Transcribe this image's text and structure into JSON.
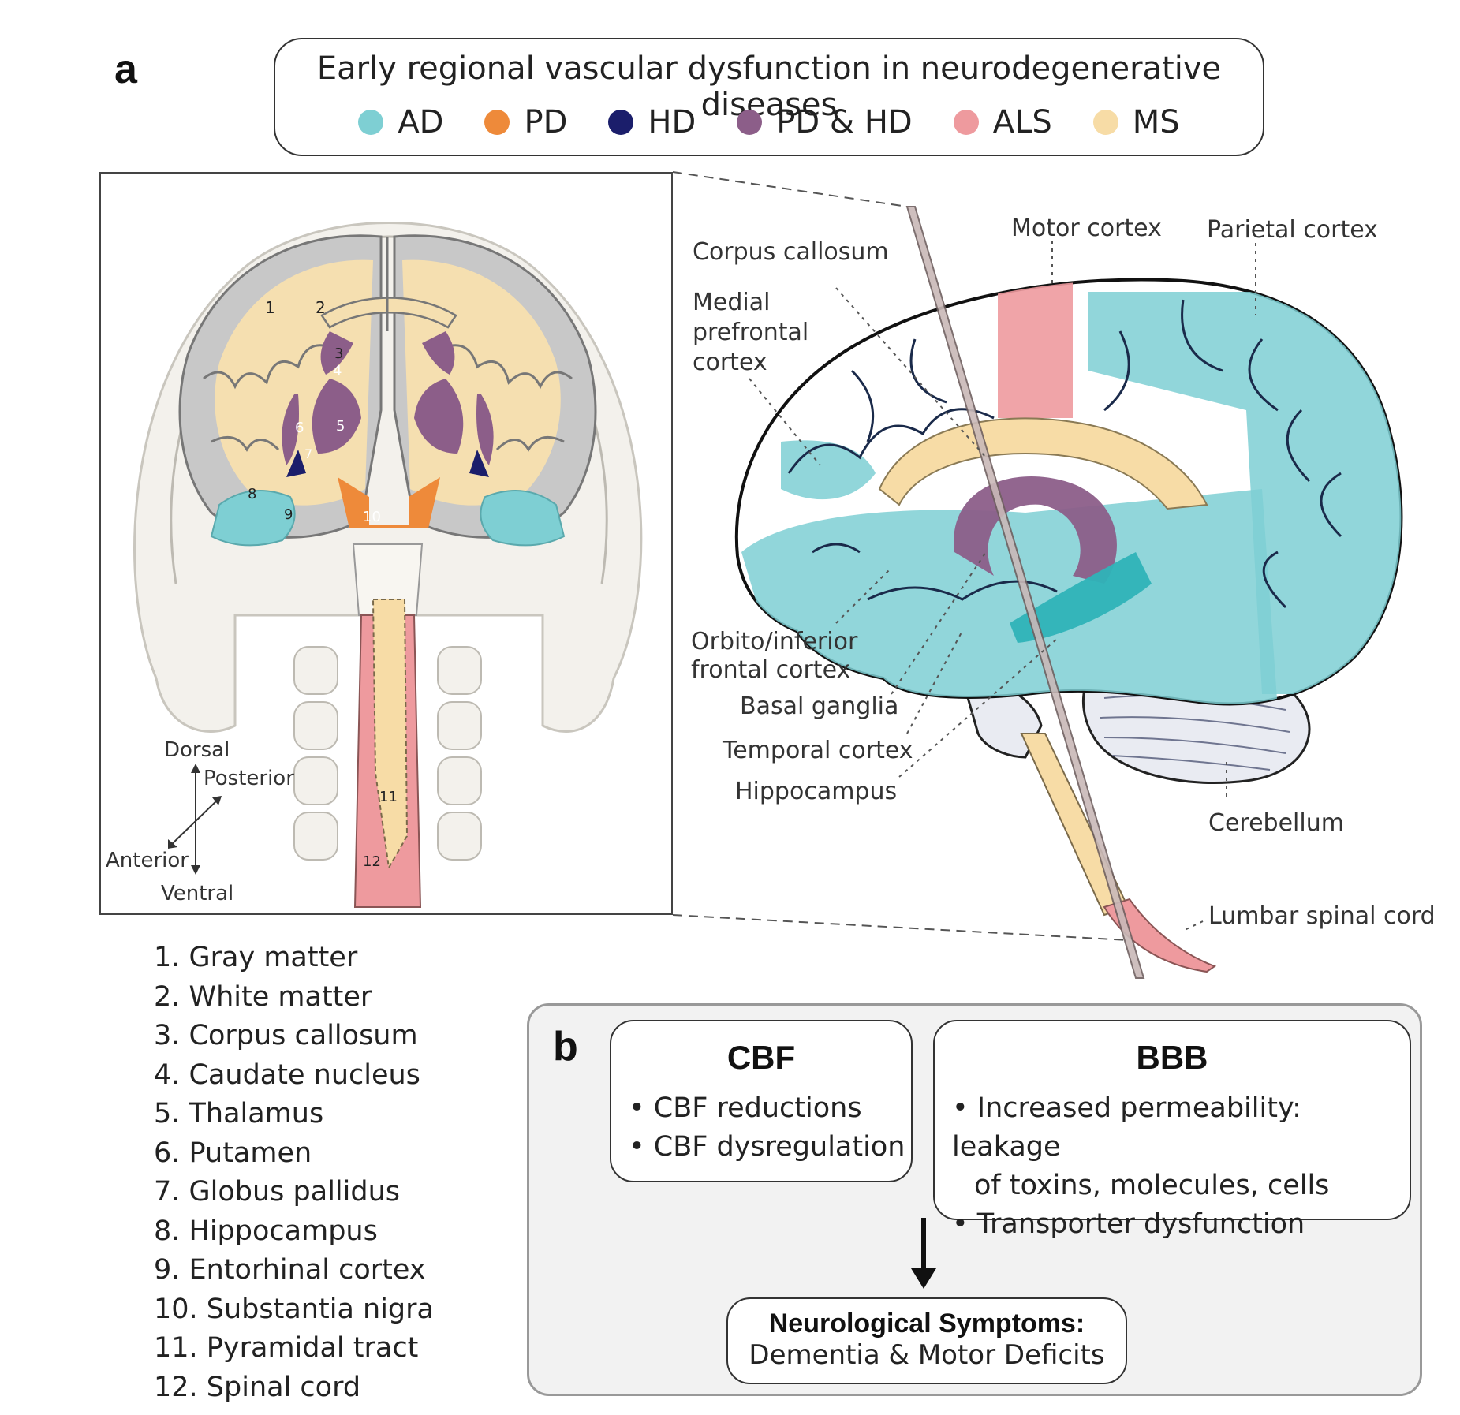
{
  "panel_a_letter": "a",
  "panel_b_letter": "b",
  "legend": {
    "title": "Early regional vascular dysfunction in neurodegenerative diseases",
    "items": [
      {
        "label": "AD",
        "color": "#7ecfd3"
      },
      {
        "label": "PD",
        "color": "#ee8a3a"
      },
      {
        "label": "HD",
        "color": "#1b1e6b"
      },
      {
        "label": "PD & HD",
        "color": "#8c5e89"
      },
      {
        "label": "ALS",
        "color": "#ee9a9e"
      },
      {
        "label": "MS",
        "color": "#f7dca6"
      }
    ]
  },
  "coronal": {
    "numbers": [
      "1",
      "2",
      "3",
      "4",
      "5",
      "6",
      "7",
      "8",
      "9",
      "10",
      "11",
      "12"
    ],
    "orientation": {
      "dorsal": "Dorsal",
      "posterior": "Posterior",
      "anterior": "Anterior",
      "ventral": "Ventral"
    }
  },
  "numbered_list": [
    "1. Gray matter",
    "2. White matter",
    "3. Corpus callosum",
    "4. Caudate nucleus",
    "5. Thalamus",
    "6. Putamen",
    "7. Globus pallidus",
    "8. Hippocampus",
    "9. Entorhinal cortex",
    "10. Substantia nigra",
    "11. Pyramidal tract",
    "12. Spinal cord"
  ],
  "brain_labels": {
    "motor_cortex": "Motor cortex",
    "parietal_cortex": "Parietal cortex",
    "corpus_callosum": "Corpus callosum",
    "medial_prefrontal_1": "Medial",
    "medial_prefrontal_2": "prefrontal",
    "medial_prefrontal_3": "cortex",
    "orbito_1": "Orbito/inferior",
    "orbito_2": "frontal cortex",
    "basal_ganglia": "Basal ganglia",
    "temporal_cortex": "Temporal cortex",
    "hippocampus": "Hippocampus",
    "cerebellum": "Cerebellum",
    "lumbar_spinal_cord": "Lumbar spinal cord"
  },
  "panel_b": {
    "cbf": {
      "title": "CBF",
      "bullets": [
        "• CBF reductions",
        "• CBF dysregulation"
      ]
    },
    "bbb": {
      "title": "BBB",
      "bullet1_line1": "• Increased permeability: leakage",
      "bullet1_line2": "of toxins, molecules, cells",
      "bullet2": "• Transporter dysfunction"
    },
    "outcome": {
      "line1": "Neurological Symptoms:",
      "line2": "Dementia & Motor Deficits"
    }
  }
}
